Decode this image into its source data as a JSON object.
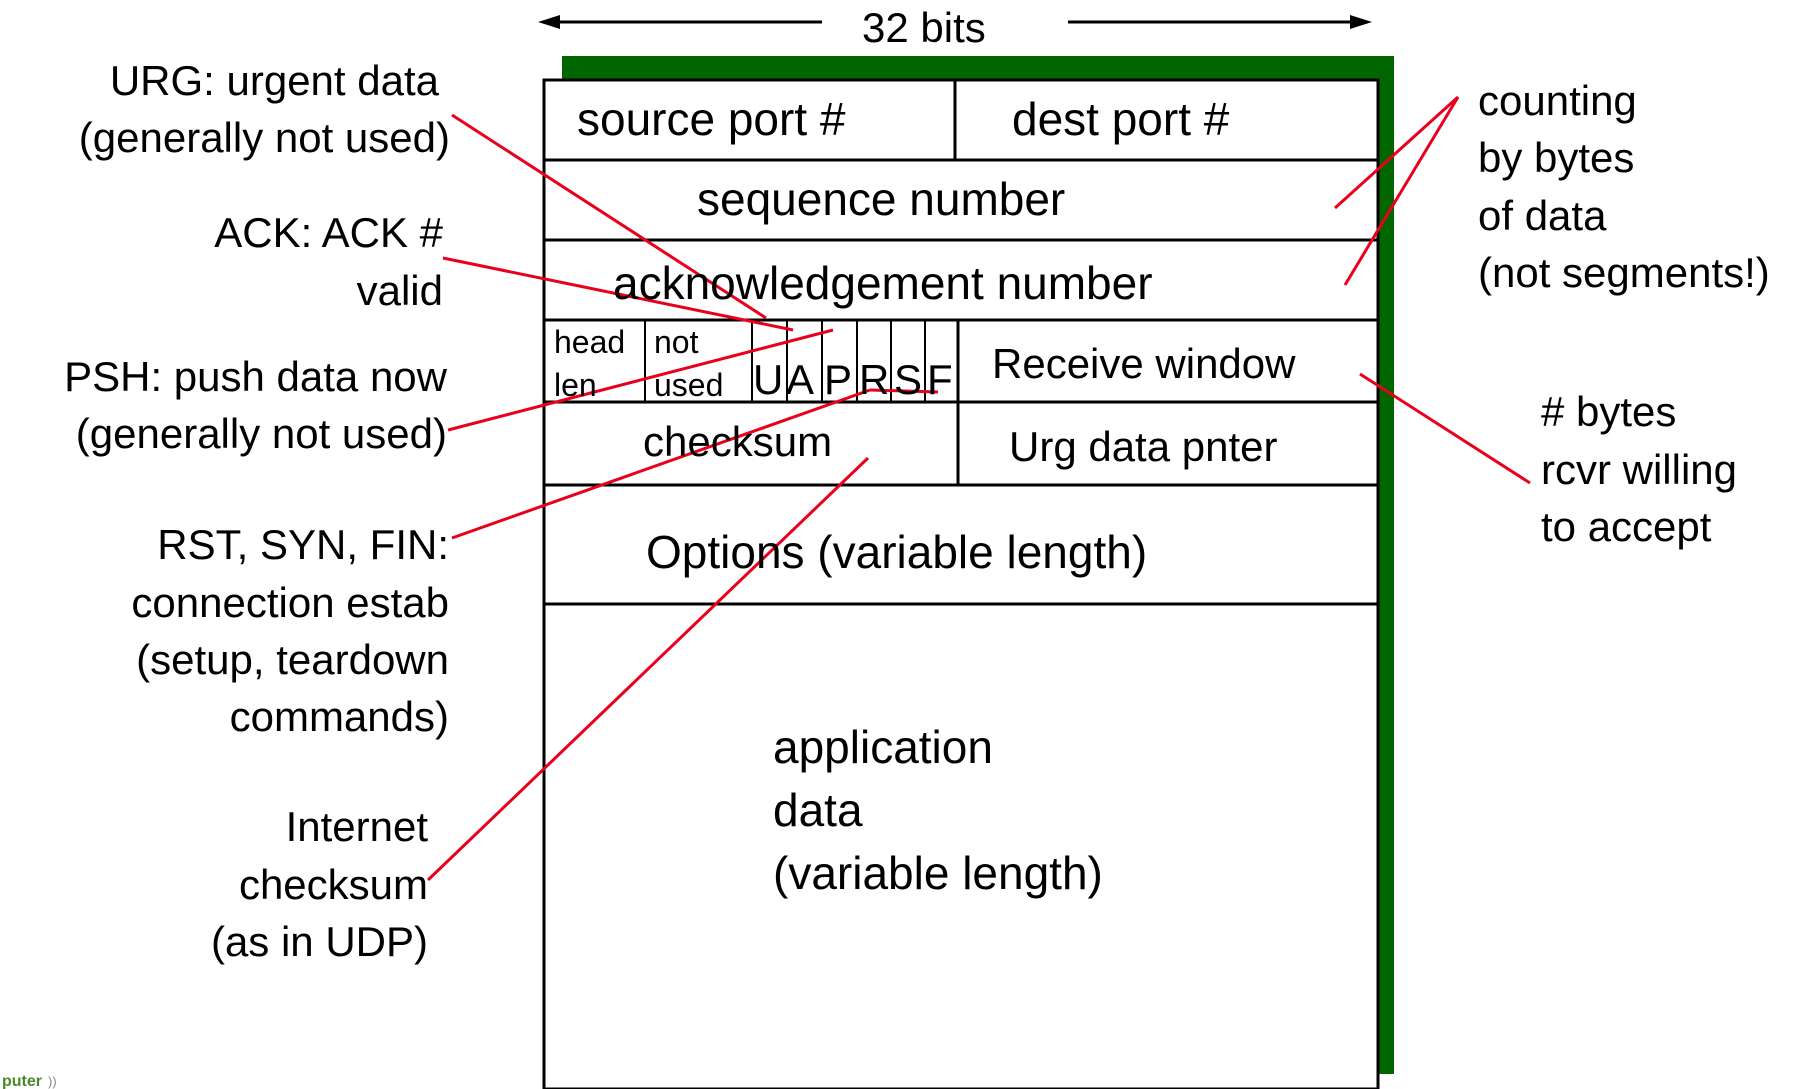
{
  "width_label": "32 bits",
  "fields": {
    "source_port": "source port #",
    "dest_port": "dest port #",
    "sequence_number": "sequence number",
    "ack_number": "acknowledgement number",
    "head_len_1": "head",
    "head_len_2": "len",
    "not_used_1": "not",
    "not_used_2": "used",
    "flag_u": "U",
    "flag_a": "A",
    "flag_p": "P",
    "flag_r": "R",
    "flag_s": "S",
    "flag_f": "F",
    "receive_window": "Receive window",
    "checksum": "checksum",
    "urg_pointer": "Urg data pnter",
    "options": "Options (variable length)",
    "app_data_1": "application",
    "app_data_2": "data",
    "app_data_3": "(variable length)"
  },
  "annotations": {
    "urg_1": "URG: urgent data",
    "urg_2": "(generally not used)",
    "ack_1": "ACK: ACK #",
    "ack_2": "valid",
    "psh_1": "PSH: push data now",
    "psh_2": "(generally not used)",
    "rst_1": "RST, SYN, FIN:",
    "rst_2": "connection estab",
    "rst_3": "(setup, teardown",
    "rst_4": "commands)",
    "cs_1": "Internet",
    "cs_2": "checksum",
    "cs_3": "(as in UDP)",
    "count_1": "counting",
    "count_2": "by bytes",
    "count_3": "of data",
    "count_4": "(not segments!)",
    "rw_1": "# bytes",
    "rw_2": "rcvr willing",
    "rw_3": "to accept"
  },
  "colors": {
    "shadow": "#006600",
    "pointer": "#e8001c",
    "box": "#000000"
  },
  "logo_text": "computer"
}
